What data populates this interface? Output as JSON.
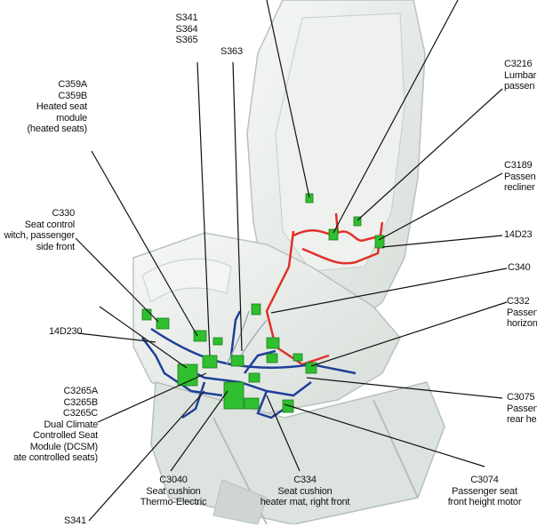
{
  "labels": {
    "s341_group": [
      "S341",
      "S364",
      "S365"
    ],
    "s363": "S363",
    "c359": [
      "C359A",
      "C359B",
      "Heated seat",
      "module",
      "(heated seats)"
    ],
    "c3216": [
      "C3216",
      "Lumbar",
      "passen"
    ],
    "c3189": [
      "C3189",
      "Passen",
      "recliner"
    ],
    "c14d23": "14D23",
    "c330": [
      "C330",
      "Seat control",
      "witch, passenger",
      "side front"
    ],
    "c340": "C340",
    "c332": [
      "C332",
      "Passen",
      "horizon"
    ],
    "w14d230": "14D230",
    "c3265": [
      "C3265A",
      "C3265B",
      "C3265C",
      "Dual Climate",
      "Controlled Seat",
      "Module (DCSM)",
      "ate controlled seats)"
    ],
    "c3075": [
      "C3075",
      "Passen",
      "rear he"
    ],
    "c3040": [
      "C3040",
      "Seat cushion",
      "Thermo-Electric"
    ],
    "c334": [
      "C334",
      "Seat cushion",
      "heater mat, right front"
    ],
    "c3074": [
      "C3074",
      "Passenger seat",
      "front height motor"
    ],
    "s341b": "S341"
  },
  "colors": {
    "seat_fill": "#e9ede9",
    "seat_edge": "#b9c3bd",
    "harness_red": "#e2302a",
    "harness_blue": "#1f3f9a",
    "connector_green": "#2fbf2f",
    "leader": "#111111"
  }
}
